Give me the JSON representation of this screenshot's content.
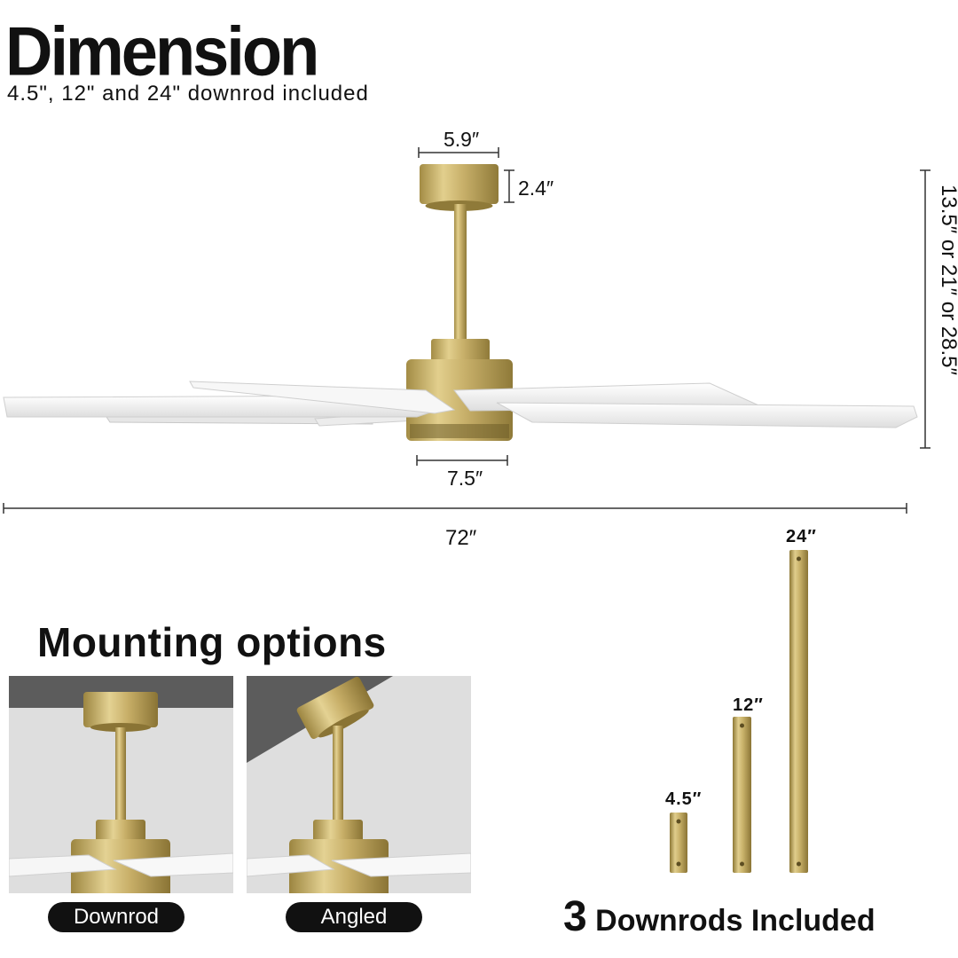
{
  "title": "Dimension",
  "subtitle": "4.5\", 12\" and 24\" downrod included",
  "dimensions": {
    "mount_width": "5.9″",
    "mount_height": "2.4″",
    "overall_height": "13.5″ or 21″ or 28.5″",
    "motor_width": "7.5″",
    "span": "72″"
  },
  "mounting": {
    "title": "Mounting options",
    "options": [
      "Downrod",
      "Angled"
    ]
  },
  "downrods": {
    "lengths": [
      "4.5″",
      "12″",
      "24″"
    ],
    "count": "3",
    "label": "Downrods Included"
  },
  "colors": {
    "brass": "#c9b26a",
    "blade": "#f4f4f4",
    "label_bg": "#111111"
  }
}
